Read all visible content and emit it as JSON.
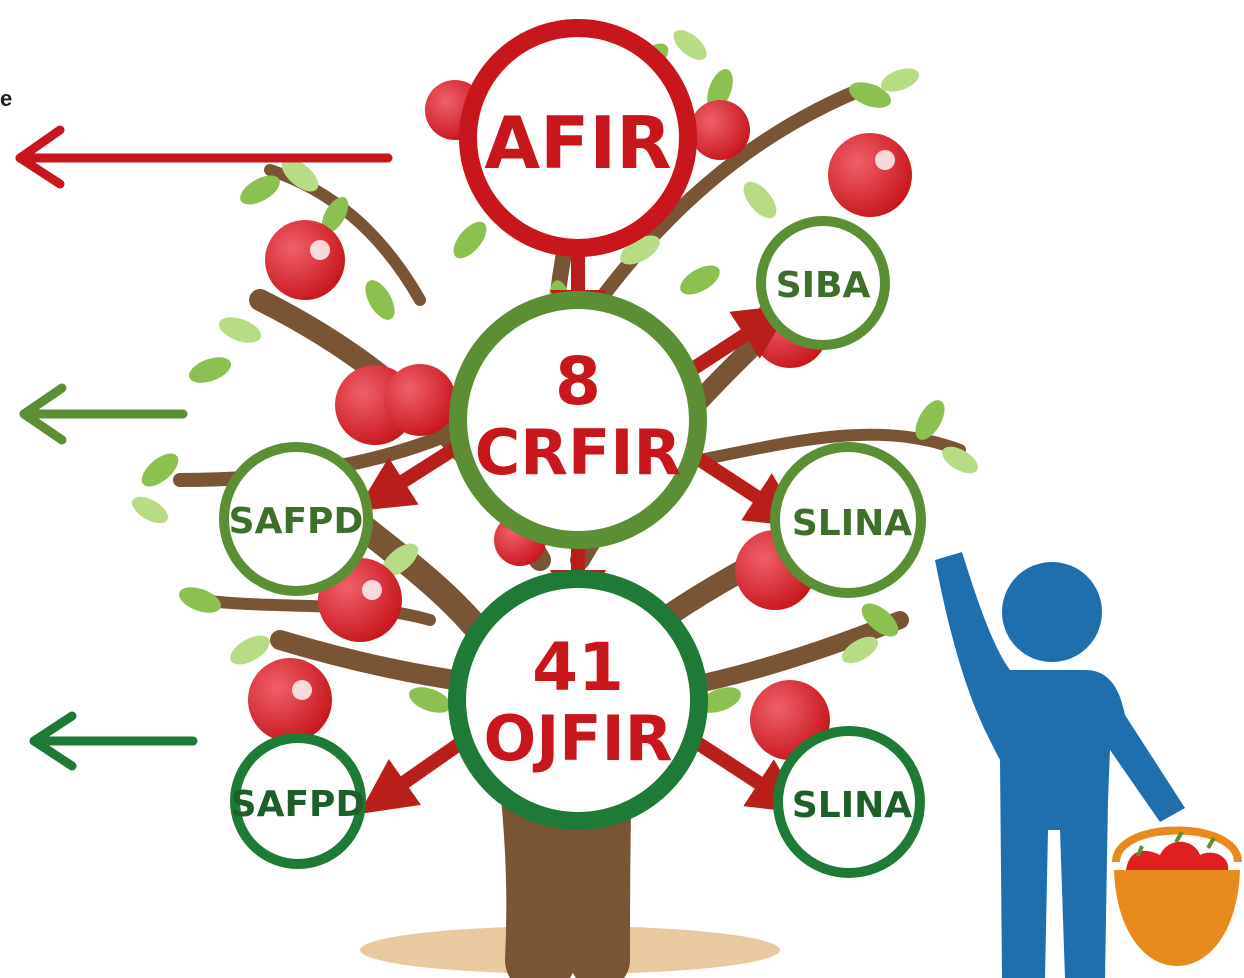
{
  "left_edge_text": "e",
  "nodes": {
    "afir": "AFIR",
    "crfir_count": "8",
    "crfir": "CRFIR",
    "ojfir_count": "41",
    "ojfir": "OJFIR",
    "siba": "SIBA",
    "safpd_upper": "SAFPD",
    "slina_upper": "SLINA",
    "safpd_lower": "SAFPD",
    "slina_lower": "SLINA"
  },
  "colors": {
    "red": "#c8161d",
    "green_upper": "#5b8e35",
    "green_lower": "#1e7a36",
    "arrow": "#b81e1a",
    "trunk": "#7a5535",
    "leaf": "#8cc152",
    "leaf_light": "#b8dc86",
    "apple": "#e0323c",
    "person": "#1f6fae",
    "basket": "#e88a1e"
  },
  "icons": {
    "tree": "apple-tree-illustration",
    "person": "person-picking-icon",
    "basket": "apple-basket-icon"
  }
}
